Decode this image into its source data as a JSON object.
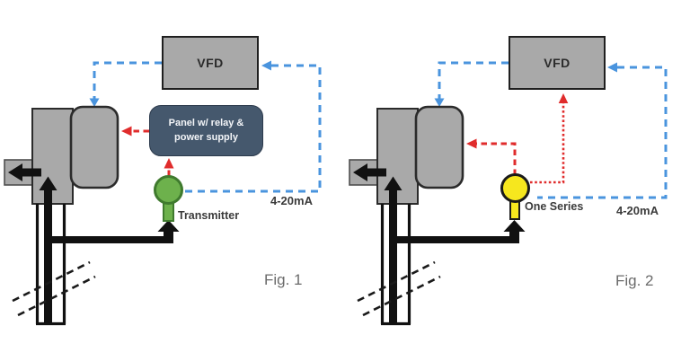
{
  "colors": {
    "box_gray": "#a9a9a9",
    "box_border": "#1f1f1f",
    "panel_bg": "#45586d",
    "blue_signal": "#4a94de",
    "red_signal": "#e02c2c",
    "green_sensor": "#6db14c",
    "yellow_sensor": "#f6e71e"
  },
  "fig1": {
    "vfd_label": "VFD",
    "panel_line1": "Panel w/ relay &",
    "panel_line2": "power supply",
    "sensor_label": "Transmitter",
    "signal_label": "4-20mA",
    "caption": "Fig. 1"
  },
  "fig2": {
    "vfd_label": "VFD",
    "sensor_label": "One Series",
    "signal_label": "4-20mA",
    "caption": "Fig. 2"
  }
}
